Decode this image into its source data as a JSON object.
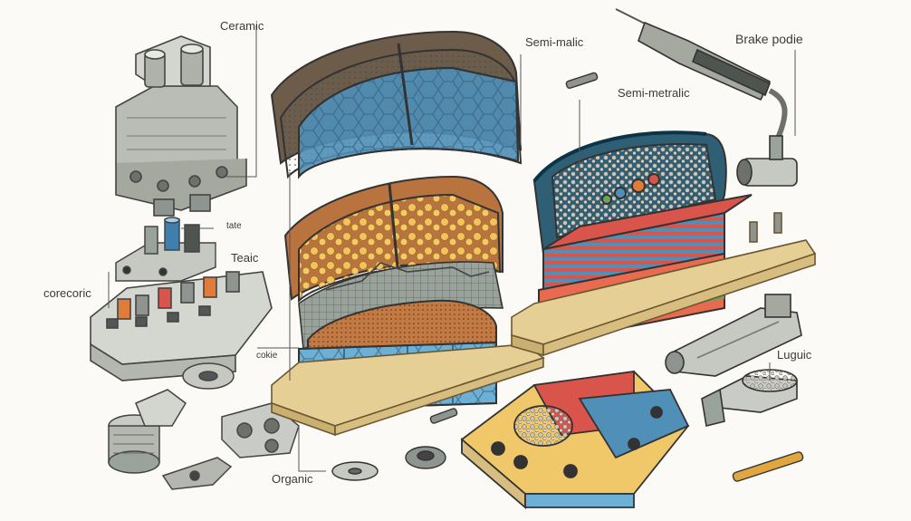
{
  "labels": {
    "ceramic": "Ceramic",
    "semi_malic": "Semi-malic",
    "brake_podie": "Brake podie",
    "semi_metralic": "Semi-metralic",
    "tate": "tate",
    "teaic": "Teaic",
    "corecoric": "corecoric",
    "cokie": "cokie",
    "luguic": "Luguic",
    "organic": "Organic"
  },
  "colors": {
    "blue_pad": "#4f8fb8",
    "orange_pad": "#e0a640",
    "copper": "#b8733f",
    "wood": "#e6cf94",
    "steel": "#8e9590",
    "red": "#d9544a",
    "green": "#6aa45a"
  }
}
